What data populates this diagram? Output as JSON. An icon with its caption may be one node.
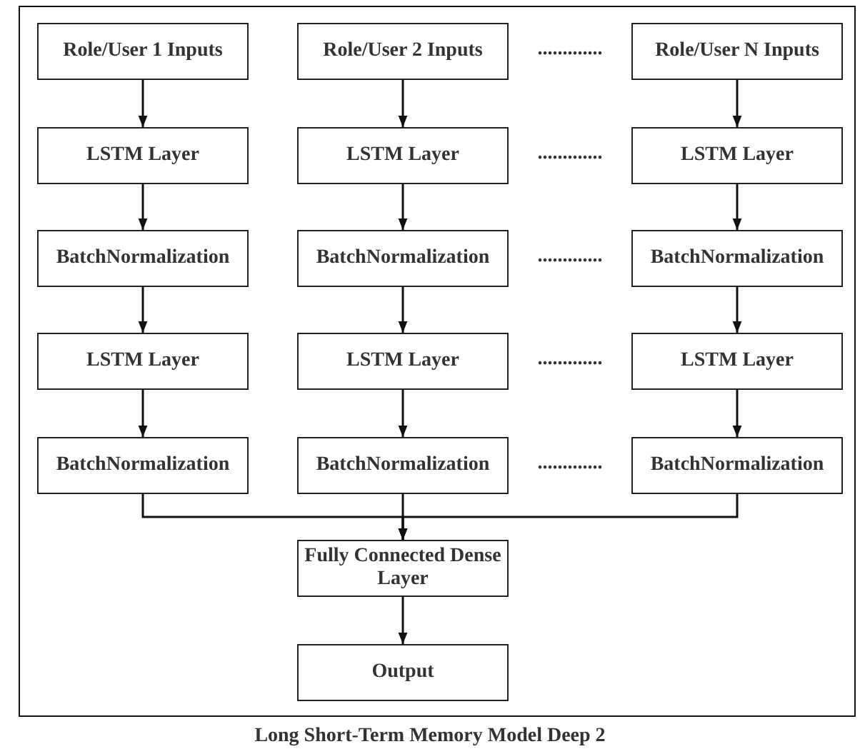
{
  "diagram": {
    "caption": "Long Short-Term Memory Model Deep 2",
    "nodes": [
      {
        "text": [
          "Role/User 1 Inputs"
        ]
      },
      {
        "text": [
          "Role/User 2 Inputs"
        ]
      },
      {
        "text": [
          "Role/User N Inputs"
        ]
      },
      {
        "text": [
          "LSTM Layer"
        ]
      },
      {
        "text": [
          "LSTM Layer"
        ]
      },
      {
        "text": [
          "LSTM Layer"
        ]
      },
      {
        "text": [
          "BatchNormalization"
        ]
      },
      {
        "text": [
          "BatchNormalization"
        ]
      },
      {
        "text": [
          "BatchNormalization"
        ]
      },
      {
        "text": [
          "LSTM Layer"
        ]
      },
      {
        "text": [
          "LSTM Layer"
        ]
      },
      {
        "text": [
          "LSTM Layer"
        ]
      },
      {
        "text": [
          "BatchNormalization"
        ]
      },
      {
        "text": [
          "BatchNormalization"
        ]
      },
      {
        "text": [
          "BatchNormalization"
        ]
      },
      {
        "text": [
          "Fully Connected Dense Layer"
        ]
      },
      {
        "text": [
          "Output"
        ]
      }
    ],
    "edges": [
      {
        "from": 0,
        "to": 3,
        "arrow": "to"
      },
      {
        "from": 1,
        "to": 4,
        "arrow": "to"
      },
      {
        "from": 2,
        "to": 5,
        "arrow": "to"
      },
      {
        "from": 3,
        "to": 6,
        "arrow": "to"
      },
      {
        "from": 4,
        "to": 7,
        "arrow": "to"
      },
      {
        "from": 5,
        "to": 8,
        "arrow": "to"
      },
      {
        "from": 6,
        "to": 9,
        "arrow": "to"
      },
      {
        "from": 7,
        "to": 10,
        "arrow": "to"
      },
      {
        "from": 8,
        "to": 11,
        "arrow": "to"
      },
      {
        "from": 9,
        "to": 12,
        "arrow": "to"
      },
      {
        "from": 10,
        "to": 13,
        "arrow": "to"
      },
      {
        "from": 11,
        "to": 14,
        "arrow": "to"
      },
      {
        "from": 12,
        "to": 15,
        "arrow": "to"
      },
      {
        "from": 13,
        "to": 15,
        "arrow": "to"
      },
      {
        "from": 14,
        "to": 15,
        "arrow": "to"
      },
      {
        "from": 15,
        "to": 16,
        "arrow": "to"
      }
    ],
    "labels": [
      ".............",
      ".............",
      ".............",
      ".............",
      "............."
    ]
  }
}
